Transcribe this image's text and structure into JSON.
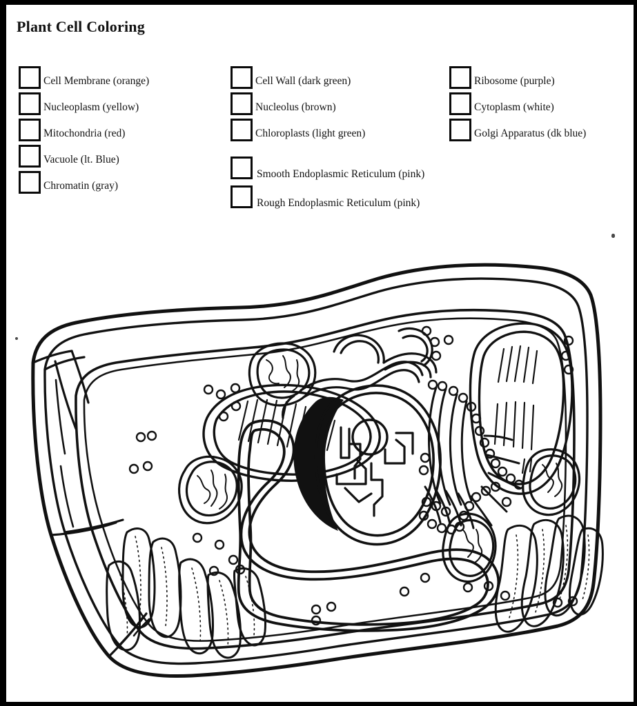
{
  "page": {
    "title": "Plant Cell Coloring",
    "border_color": "#000000",
    "background_color": "#ffffff",
    "ink_color": "#111111"
  },
  "legend": {
    "columns": [
      {
        "id": "column-1",
        "groups": [
          {
            "items": [
              {
                "label": "Cell Membrane (orange)",
                "organelle": "cell-membrane",
                "color_word": "orange",
                "checked": false
              },
              {
                "label": "Nucleoplasm (yellow)",
                "organelle": "nucleoplasm",
                "color_word": "yellow",
                "checked": false
              },
              {
                "label": "Mitochondria (red)",
                "organelle": "mitochondria",
                "color_word": "red",
                "checked": false
              },
              {
                "label": "Vacuole (lt. Blue)",
                "organelle": "vacuole",
                "color_word": "lt. Blue",
                "checked": false
              },
              {
                "label": "Chromatin (gray)",
                "organelle": "chromatin",
                "color_word": "gray",
                "checked": false
              }
            ]
          }
        ]
      },
      {
        "id": "column-2",
        "groups": [
          {
            "items": [
              {
                "label": "Cell Wall (dark green)",
                "organelle": "cell-wall",
                "color_word": "dark green",
                "checked": false
              },
              {
                "label": "Nucleolus (brown)",
                "organelle": "nucleolus",
                "color_word": "brown",
                "checked": false
              },
              {
                "label": "Chloroplasts (light green)",
                "organelle": "chloroplasts",
                "color_word": "light green",
                "checked": false
              }
            ]
          },
          {
            "items": [
              {
                "label": "Smooth Endoplasmic Reticulum (pink)",
                "organelle": "smooth-er",
                "color_word": "pink",
                "checked": false
              },
              {
                "label": "Rough Endoplasmic Reticulum (pink)",
                "organelle": "rough-er",
                "color_word": "pink",
                "checked": false
              }
            ]
          }
        ]
      },
      {
        "id": "column-3",
        "groups": [
          {
            "items": [
              {
                "label": "Ribosome (purple)",
                "organelle": "ribosome",
                "color_word": "purple",
                "checked": false
              },
              {
                "label": "Cytoplasm (white)",
                "organelle": "cytoplasm",
                "color_word": "white",
                "checked": false
              },
              {
                "label": "Golgi Apparatus (dk blue)",
                "organelle": "golgi-apparatus",
                "color_word": "dk blue",
                "checked": false
              }
            ]
          }
        ]
      }
    ]
  },
  "figure": {
    "name": "plant-cell-line-drawing",
    "description": "Black-and-white line drawing of a plant cell for coloring",
    "organelles": [
      "cell-wall",
      "cell-membrane",
      "cytoplasm",
      "nucleus",
      "nucleolus",
      "chromatin",
      "nuclear-envelope",
      "rough-endoplasmic-reticulum",
      "smooth-endoplasmic-reticulum",
      "ribosomes",
      "golgi-apparatus",
      "mitochondria",
      "chloroplasts",
      "vacuole"
    ]
  }
}
